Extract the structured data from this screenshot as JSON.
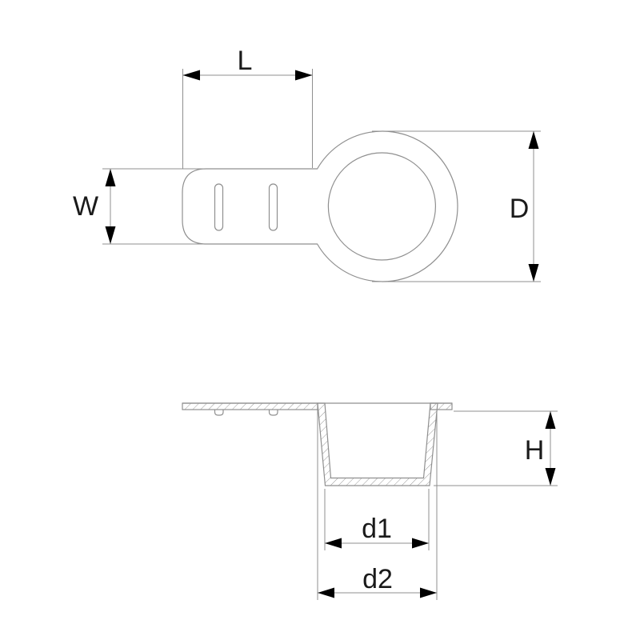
{
  "drawing": {
    "labels": {
      "L": "L",
      "W": "W",
      "D": "D",
      "H": "H",
      "d1": "d1",
      "d2": "d2"
    },
    "colors": {
      "background": "#ffffff",
      "outline": "#8f8f8f",
      "dimension_line": "#8f8f8f",
      "hatch": "#9a9a9a",
      "arrow": "#000000",
      "text": "#1a1a1a"
    }
  }
}
